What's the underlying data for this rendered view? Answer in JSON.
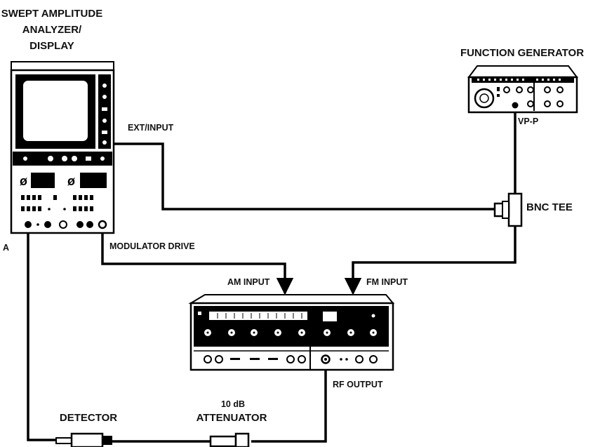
{
  "analyzer": {
    "title_line1": "SWEPT AMPLITUDE",
    "title_line2": "ANALYZER/",
    "title_line3": "DISPLAY",
    "port_a": "A",
    "ext_input": "EXT/INPUT",
    "modulator_drive": "MODULATOR DRIVE"
  },
  "function_generator": {
    "title": "FUNCTION GENERATOR",
    "vpp": "VP-P"
  },
  "bnc_tee": {
    "label": "BNC TEE"
  },
  "signal_generator": {
    "am_input": "AM INPUT",
    "fm_input": "FM INPUT",
    "rf_output": "RF OUTPUT"
  },
  "detector": {
    "label": "DETECTOR"
  },
  "attenuator": {
    "line1": "10 dB",
    "line2": "ATTENUATOR"
  }
}
